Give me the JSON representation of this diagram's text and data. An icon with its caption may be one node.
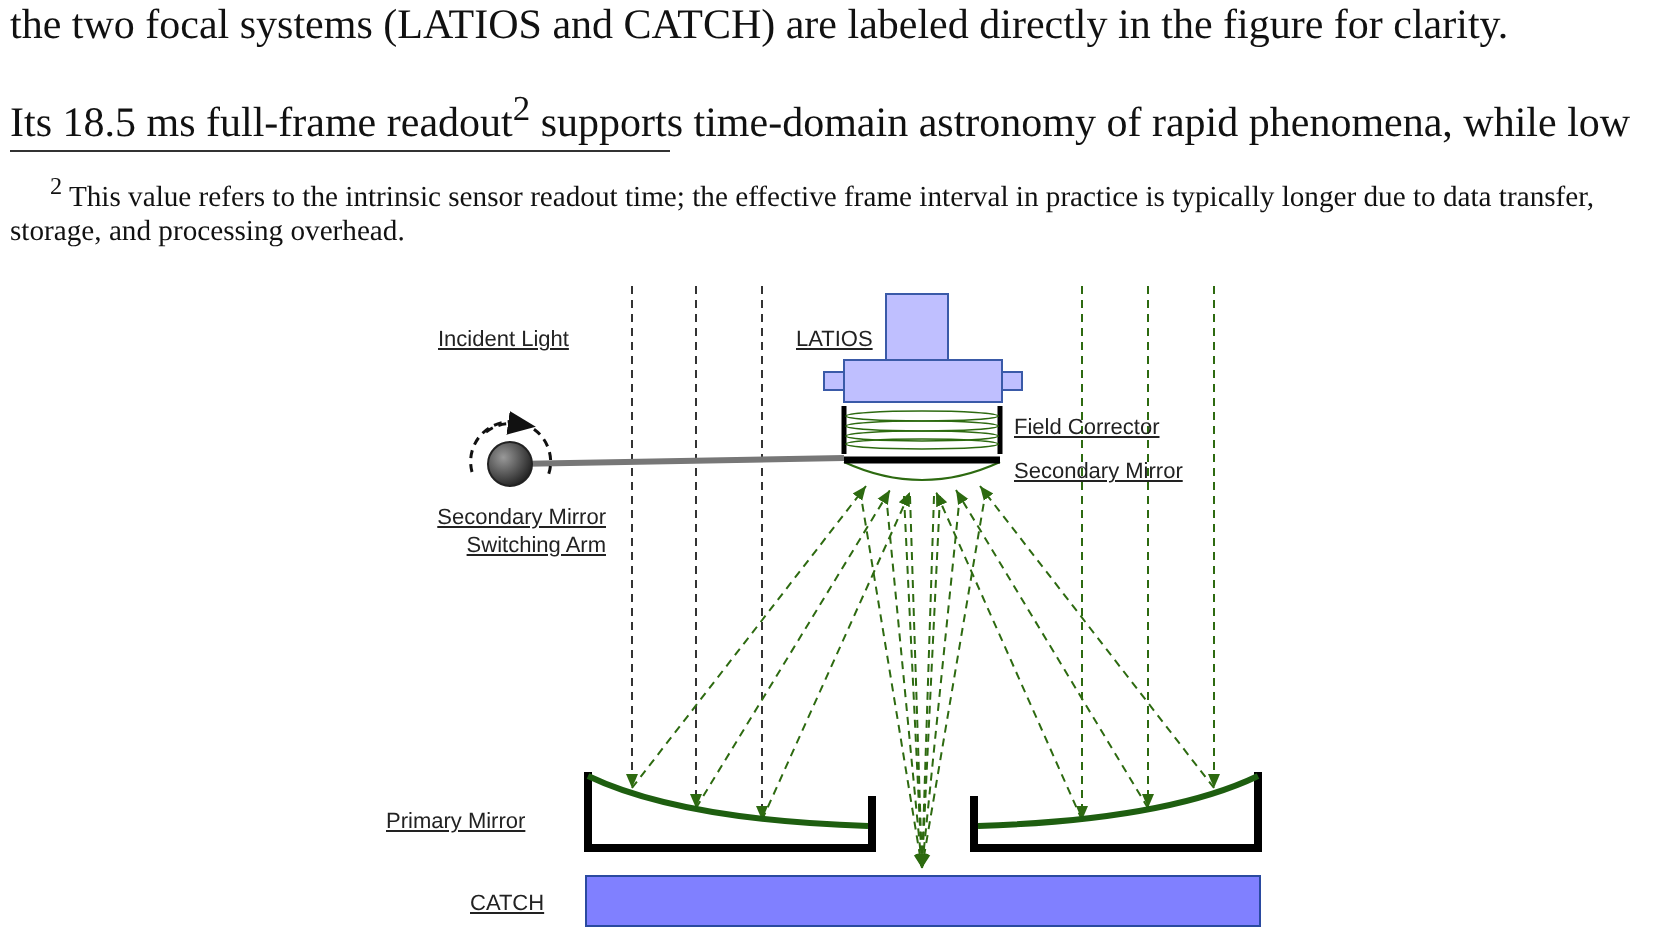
{
  "diagram": {
    "labels": [
      "the two focal systems (LATIOS and CATCH) are labeled directly in the figure for clarity.",
      "Its 18.5 ms full-frame readout$^{2}$ supports time-domain astronomy of rapid phenomena, while low",
      "$^{2}$ This value refers to the intrinsic sensor readout time; the effective frame interval in practice is typically longer due to data transfer, storage, and processing overhead.",
      "Incident Light",
      "LATIOS",
      "Field Corrector",
      "Secondary Mirror",
      "Secondary Mirror Switching Arm",
      "Primary Mirror",
      "CATCH"
    ]
  }
}
